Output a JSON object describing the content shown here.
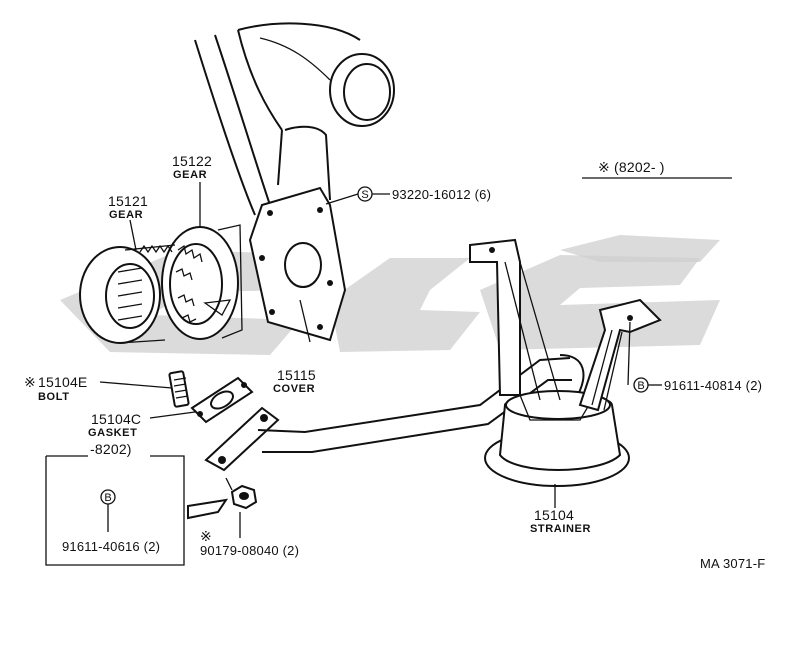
{
  "callouts": {
    "gear_15122": {
      "number": "15122",
      "name": "GEAR"
    },
    "gear_15121": {
      "number": "15121",
      "name": "GEAR"
    },
    "cover": {
      "number": "15115",
      "name": "COVER"
    },
    "bolt": {
      "prefix": "※",
      "number": "15104E",
      "name": "BOLT"
    },
    "gasket": {
      "number": "15104C",
      "name": "GASKET"
    },
    "strainer": {
      "number": "15104",
      "name": "STRAINER"
    },
    "screw": {
      "symbol": "S",
      "number": "93220-16012 (6)"
    },
    "stud_right": {
      "symbol": "B",
      "number": "91611-40814 (2)"
    },
    "nut": {
      "prefix": "※",
      "number": "90179-08040 (2)"
    }
  },
  "applicability": {
    "label": "※ (8202-        )"
  },
  "inset": {
    "header": "-8202)",
    "symbol": "B",
    "number": "91611-40616 (2)"
  },
  "diagram_code": "MA 3071-F",
  "colors": {
    "line": "#111111",
    "watermark": "#cfcfcf",
    "background": "#ffffff"
  }
}
